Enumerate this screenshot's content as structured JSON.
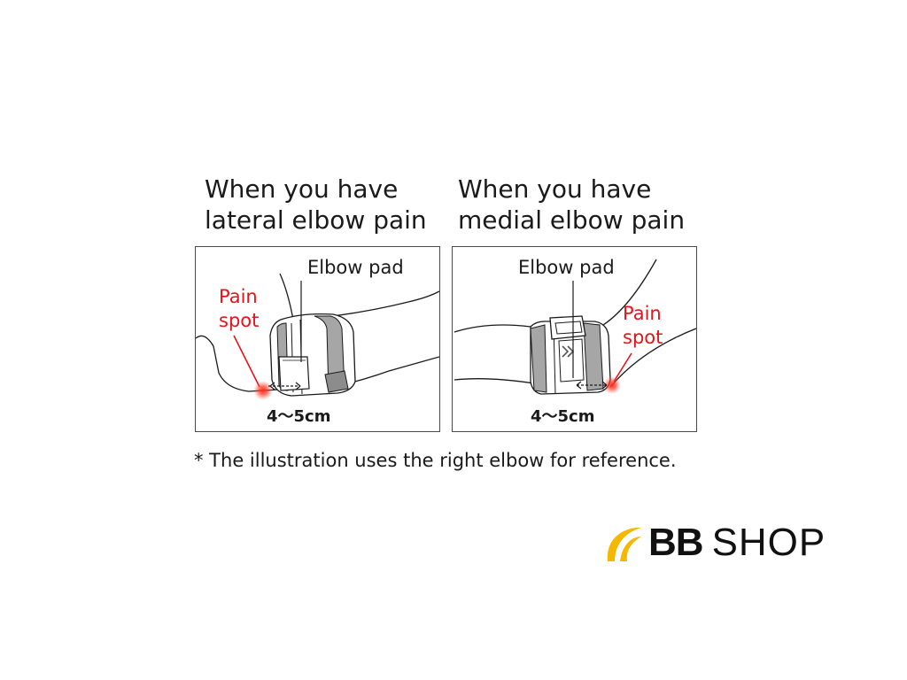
{
  "panels": [
    {
      "heading_line1": "When you have",
      "heading_line2": "lateral elbow pain",
      "pad_label": "Elbow pad",
      "pain_label_line1": "Pain",
      "pain_label_line2": "spot",
      "measure": "4～5cm"
    },
    {
      "heading_line1": "When you have",
      "heading_line2": "medial elbow pain",
      "pad_label": "Elbow pad",
      "pain_label_line1": "Pain",
      "pain_label_line2": "spot",
      "measure": "4～5cm"
    }
  ],
  "note": "* The illustration uses the right elbow for reference.",
  "logo": {
    "bold": "BB",
    "light": "SHOP"
  },
  "colors": {
    "pain": "#e5141b",
    "logo_yellow": "#f5b800",
    "strap_gray": "#a6a6a6",
    "line": "#1a1a1a"
  }
}
